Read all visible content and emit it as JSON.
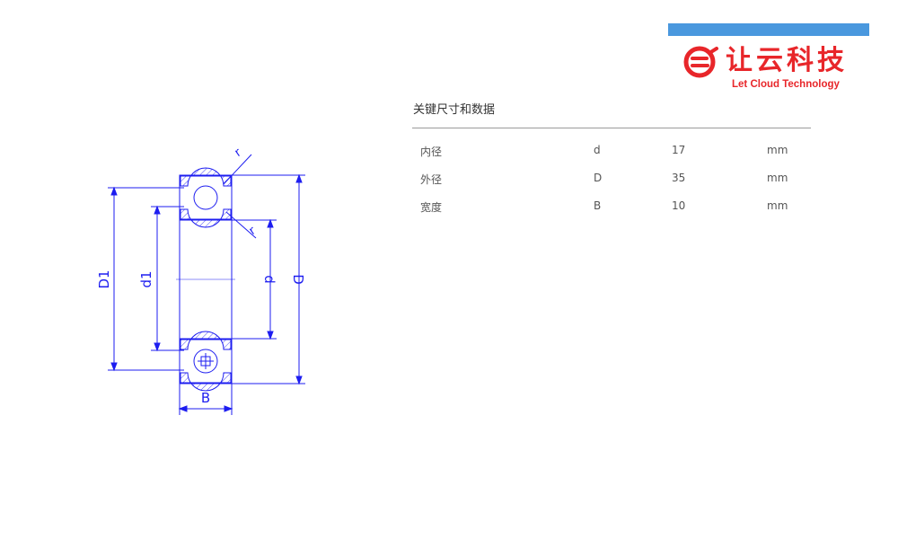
{
  "brand": {
    "name_cn": "让云科技",
    "name_en": "Let Cloud Technology",
    "colors": {
      "bar": "#4a98de",
      "logo": "#e8262a",
      "drawing": "#1d1df0"
    }
  },
  "section": {
    "title": "关键尺寸和数据"
  },
  "specs": [
    {
      "name": "内径",
      "symbol": "d",
      "value": "17",
      "unit": "mm"
    },
    {
      "name": "外径",
      "symbol": "D",
      "value": "35",
      "unit": "mm"
    },
    {
      "name": "宽度",
      "symbol": "B",
      "value": "10",
      "unit": "mm"
    }
  ],
  "drawing": {
    "labels": {
      "D1": "D1",
      "d1": "d1",
      "d": "d",
      "D": "D",
      "B": "B",
      "r_top": "r",
      "r_side": "r"
    }
  }
}
